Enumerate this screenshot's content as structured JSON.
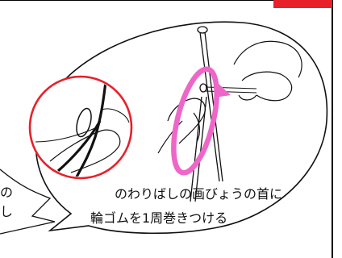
{
  "colors": {
    "accent_red": "#e8202a",
    "loop_pink": "#ee66c8",
    "ink": "#111111"
  },
  "left_fragment": {
    "line1": "の",
    "line2": "し"
  },
  "caption": {
    "line1": "のわりばしの画びょうの首に",
    "line2": "輪ゴムを1周巻きつける"
  },
  "icons": [
    "zoom-inset-icon",
    "chopstick-with-pushpin-illustration",
    "hand-illustration",
    "wrap-arrow-icon"
  ]
}
